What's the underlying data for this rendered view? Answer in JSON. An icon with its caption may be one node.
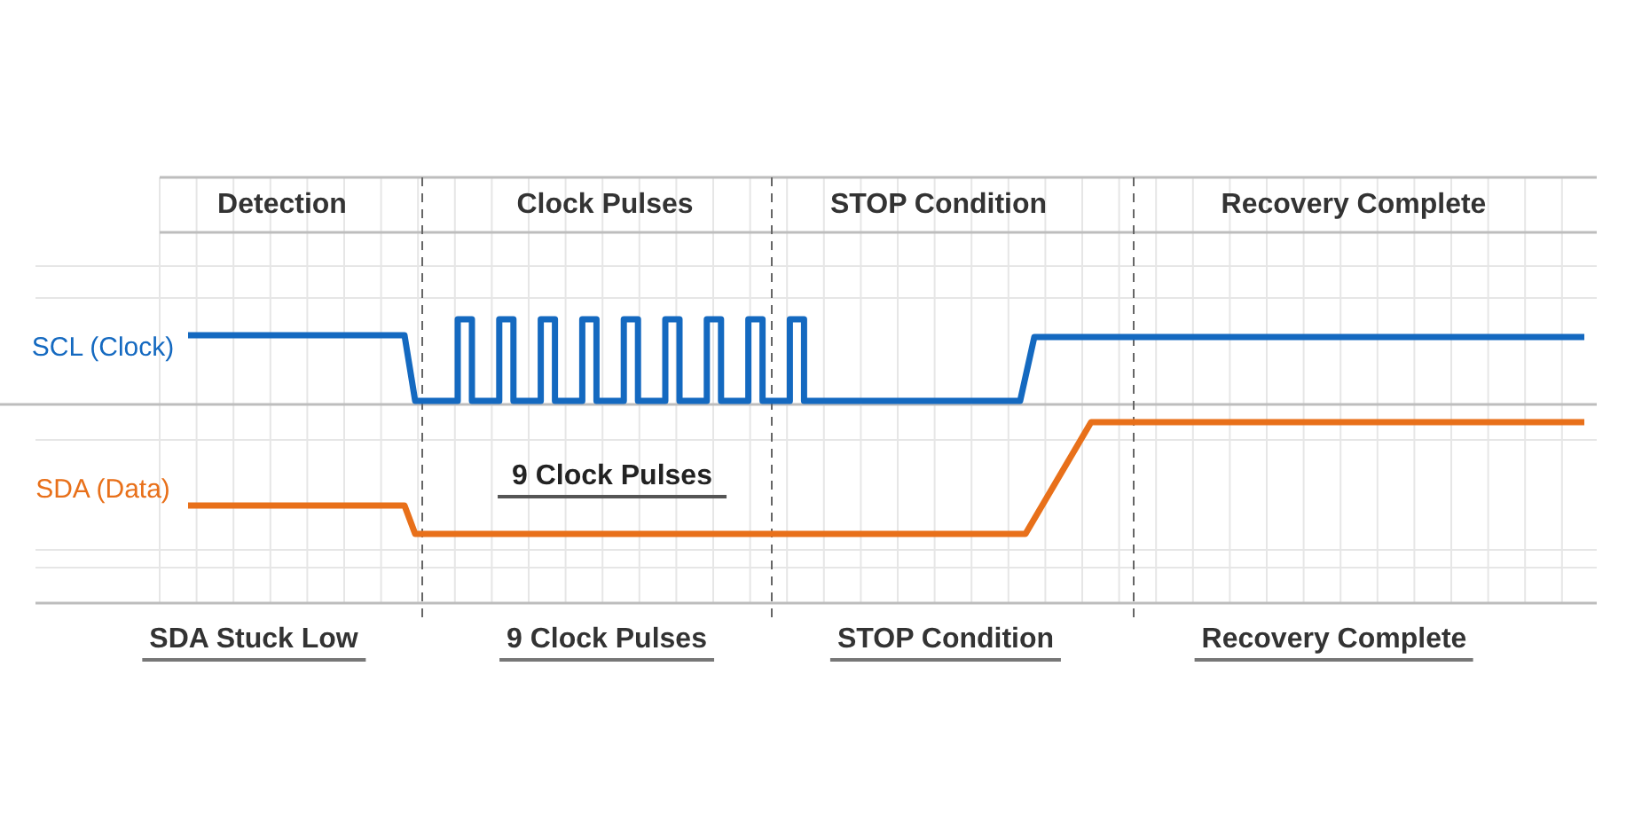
{
  "diagram": {
    "labels": [
      "Detection",
      "Clock Pulses",
      "STOP Condition",
      "Recovery Complete",
      "SCL (Clock)",
      "SDA (Data)",
      "9 Clock Pulses",
      "SDA Stuck Low",
      "9 Clock Pulses",
      "STOP Condition",
      "Recovery Complete"
    ]
  }
}
